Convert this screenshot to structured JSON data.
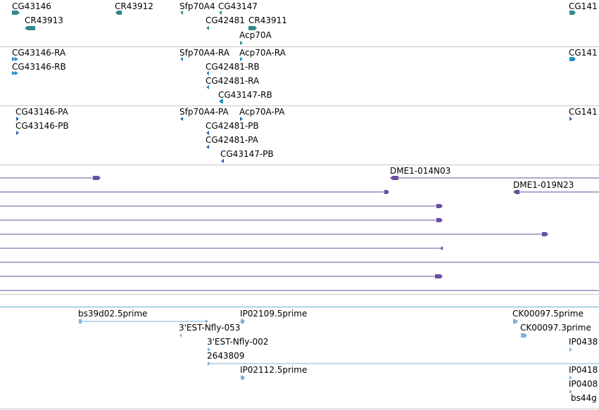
{
  "tracks": {
    "genes": {
      "color": "#2f8a8c",
      "labels": [
        "CG43146",
        "CR43912",
        "Sfp70A4",
        "CG43147",
        "CG141",
        "CR43913",
        "CG42481",
        "CR43911",
        "Acp70A"
      ]
    },
    "transcripts": {
      "color": "#1e90c8",
      "labels": [
        "CG43146-RA",
        "Sfp70A4-RA",
        "Acp70A-RA",
        "CG141",
        "CG43146-RB",
        "CG42481-RB",
        "CG42481-RA",
        "CG43147-RB"
      ]
    },
    "proteins": {
      "color": "#2e5db3",
      "labels": [
        "CG43146-PA",
        "Sfp70A4-PA",
        "Acp70A-PA",
        "CG141",
        "CG43146-PB",
        "CG42481-PB",
        "CG42481-PA",
        "CG43147-PB"
      ]
    },
    "clones": {
      "color": "#6a4fa0",
      "labels": [
        "DME1-014N03",
        "DME1-019N23"
      ]
    },
    "ests": {
      "color": "#7fb2dc",
      "labels": [
        "bs39d02.5prime",
        "IP02109.5prime",
        "CK00097.5prime",
        "3'EST-Nfly-053",
        "CK00097.3prime",
        "3'EST-Nfly-002",
        "IP0438",
        "2643809",
        "IP02112.5prime",
        "IP0418",
        "IP0408",
        "bs44g"
      ]
    }
  }
}
